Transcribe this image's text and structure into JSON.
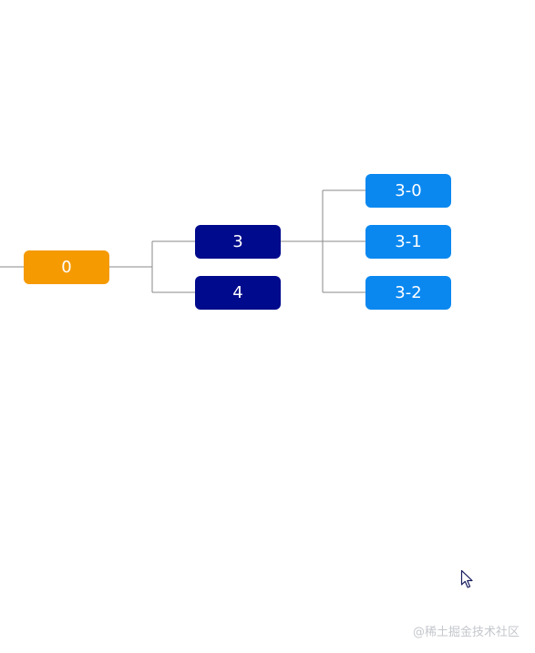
{
  "colors": {
    "root_fill": "#F59A00",
    "level1_fill": "#000A8C",
    "level2_fill": "#0A88F0",
    "edge_stroke": "#8A8A8A",
    "watermark": "#C4C7CC"
  },
  "nodes": {
    "root": {
      "label": "0"
    },
    "n3": {
      "label": "3"
    },
    "n4": {
      "label": "4"
    },
    "n3_0": {
      "label": "3-0"
    },
    "n3_1": {
      "label": "3-1"
    },
    "n3_2": {
      "label": "3-2"
    }
  },
  "watermark": {
    "text": "@稀土掘金技术社区"
  },
  "cursor": {
    "icon": "mouse-pointer-icon"
  }
}
